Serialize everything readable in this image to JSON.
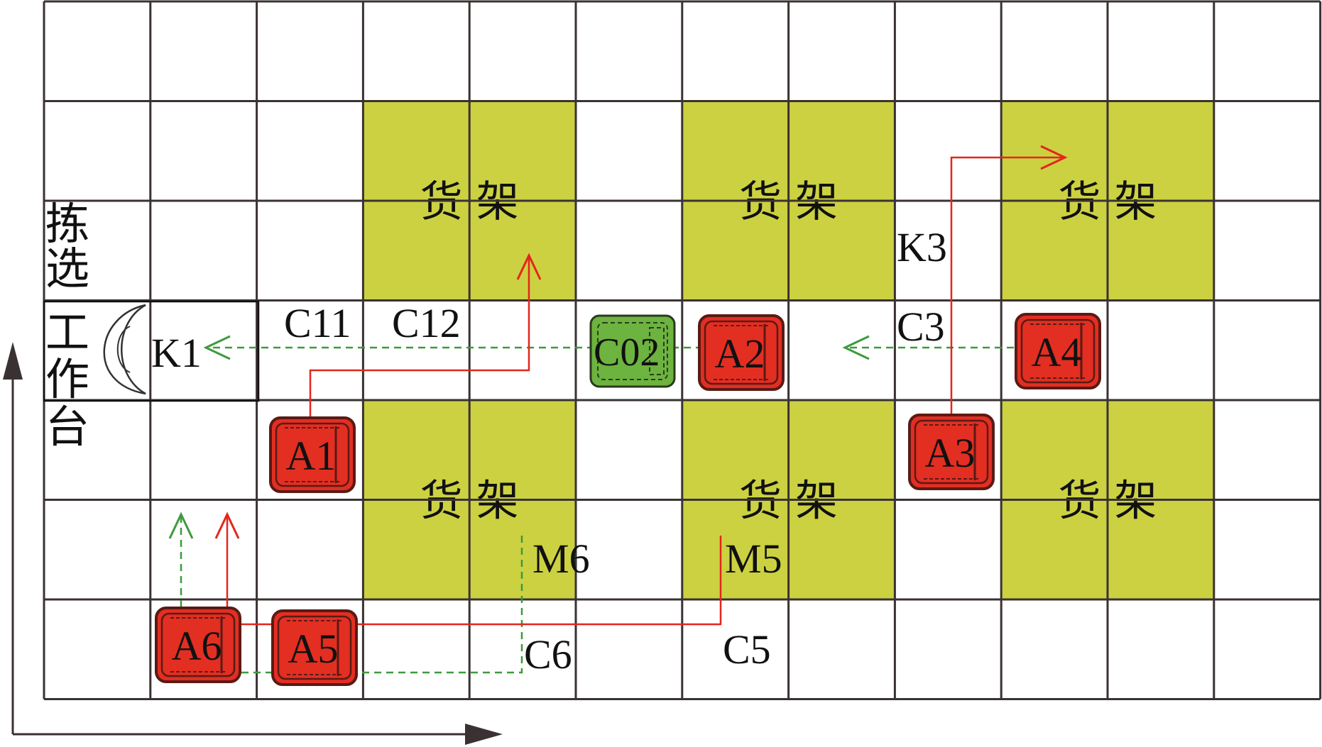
{
  "colors": {
    "shelf": "#ccd142",
    "robot_fill": "#e32e22",
    "robot_dark": "#5a1a14",
    "cargo": "#6db33f",
    "grid": "#3a3232",
    "path_red": "#e3261c",
    "path_green": "#3d9a3d"
  },
  "workstation": {
    "label_chars": [
      "拣",
      "选",
      "工",
      "作",
      "台"
    ],
    "icon": "picking-station-icon"
  },
  "shelves": [
    {
      "id": "shelf-1",
      "label": "货 架",
      "col": 3,
      "row": 1,
      "w": 2,
      "h": 2
    },
    {
      "id": "shelf-2",
      "label": "货 架",
      "col": 6,
      "row": 1,
      "w": 2,
      "h": 2
    },
    {
      "id": "shelf-3",
      "label": "货 架",
      "col": 9,
      "row": 1,
      "w": 2,
      "h": 2
    },
    {
      "id": "shelf-4",
      "label": "货 架",
      "col": 3,
      "row": 4,
      "w": 2,
      "h": 2
    },
    {
      "id": "shelf-5",
      "label": "货 架",
      "col": 6,
      "row": 4,
      "w": 2,
      "h": 2
    },
    {
      "id": "shelf-6",
      "label": "货 架",
      "col": 9,
      "row": 4,
      "w": 2,
      "h": 2
    }
  ],
  "robots": [
    {
      "id": "A1",
      "label": "A1"
    },
    {
      "id": "A2",
      "label": "A2"
    },
    {
      "id": "A3",
      "label": "A3"
    },
    {
      "id": "A4",
      "label": "A4"
    },
    {
      "id": "A5",
      "label": "A5"
    },
    {
      "id": "A6",
      "label": "A6"
    }
  ],
  "cargo": {
    "label": "C02"
  },
  "labels": {
    "K1": "K1",
    "K3": "K3",
    "C11": "C11",
    "C12": "C12",
    "C3": "C3",
    "C5": "C5",
    "C6": "C6",
    "M5": "M5",
    "M6": "M6"
  }
}
